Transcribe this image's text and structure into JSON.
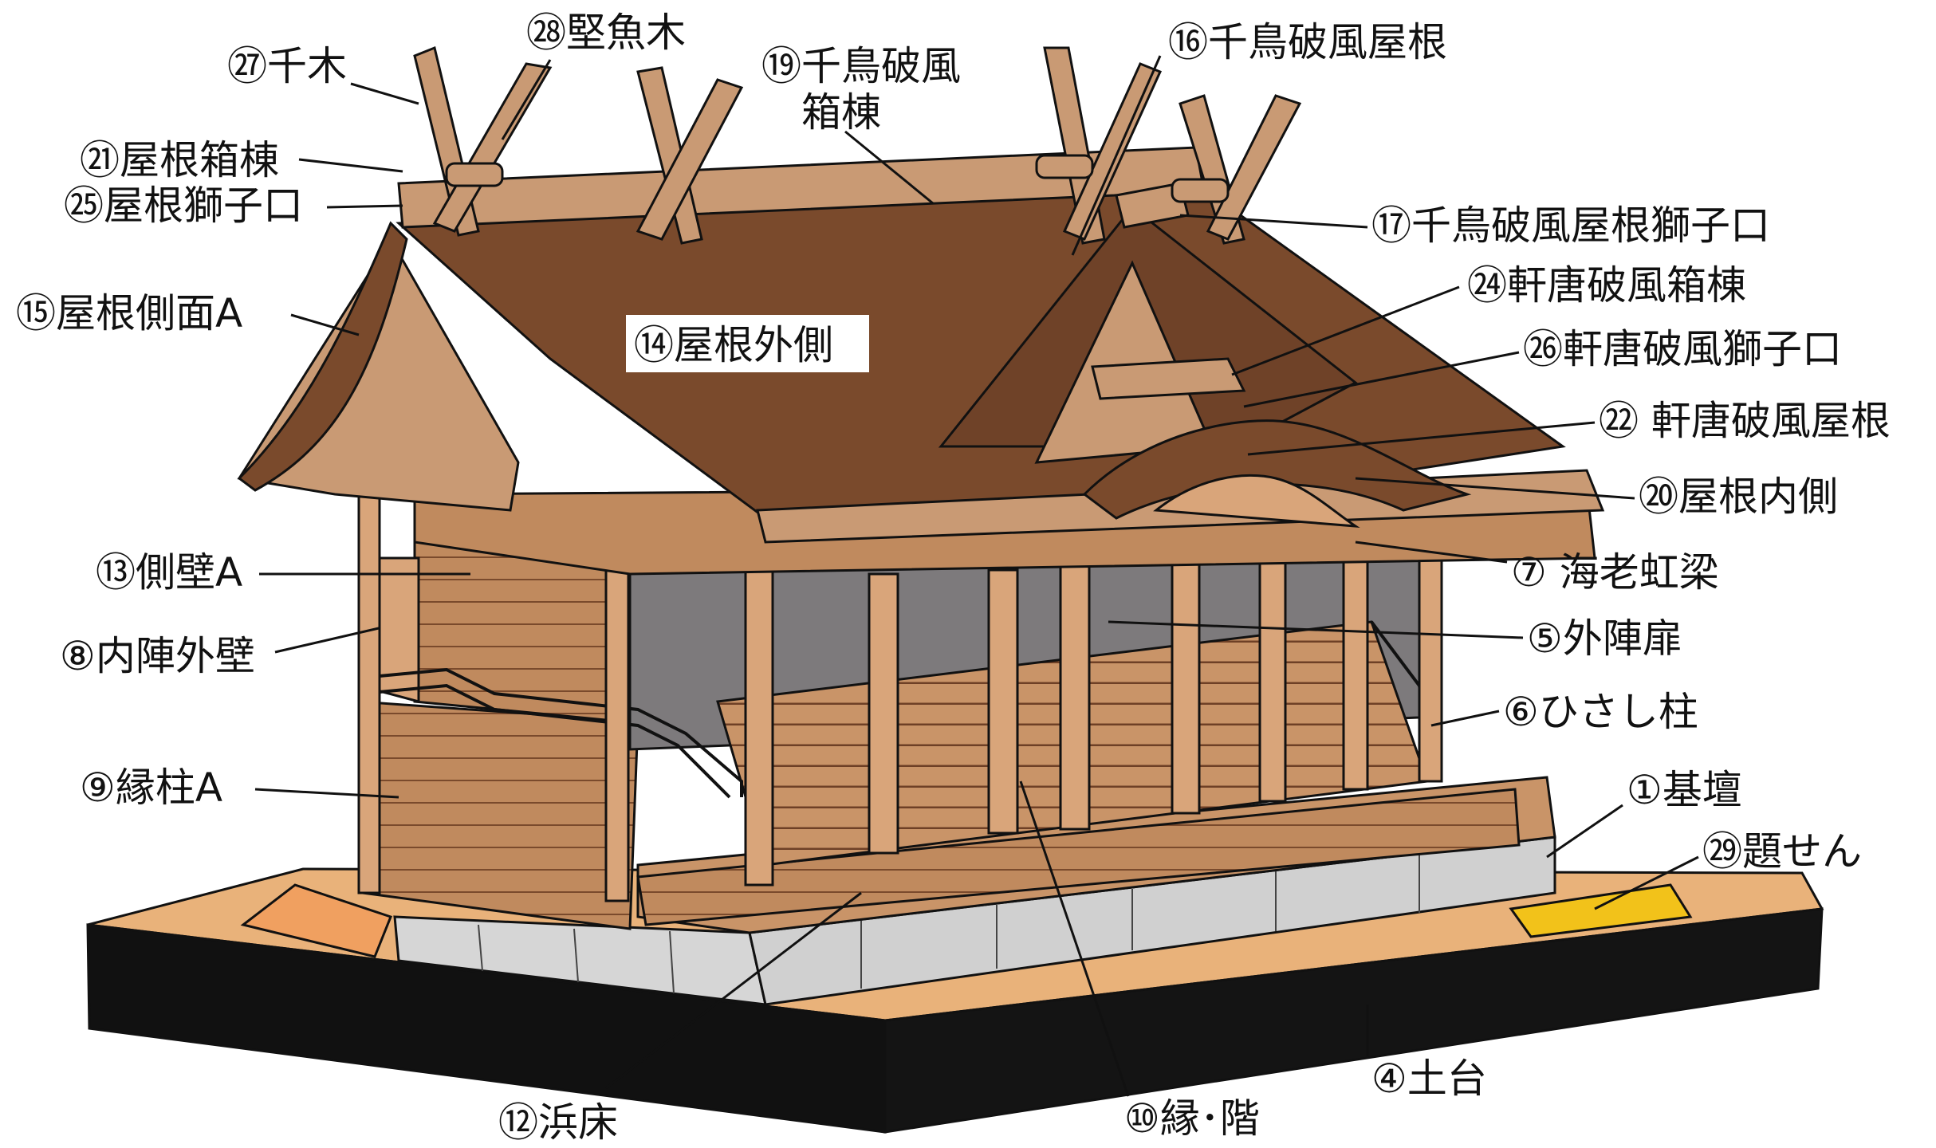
{
  "colors": {
    "roof": "#7a4a2c",
    "roof_light": "#c99a74",
    "wood": "#c08a5e",
    "wood_light": "#d9a57a",
    "wood_dark": "#8a5634",
    "interior": "#7d7a7c",
    "stone": "#d6d6d6",
    "ground": "#e9b27a",
    "base_dark": "#111111",
    "plaque": "#f2c21a",
    "step_tag": "#f0a060",
    "line": "#111111"
  },
  "labels": [
    {
      "id": "senboku",
      "text": "㉗千木"
    },
    {
      "id": "katsuogi",
      "text": "㉘堅魚木"
    },
    {
      "id": "chidori_hakomune",
      "text": "⑲千鳥破風",
      "text2": "箱棟"
    },
    {
      "id": "chidori_yane",
      "text": "⑯千鳥破風屋根"
    },
    {
      "id": "yane_hakomune",
      "text": "㉑屋根箱棟"
    },
    {
      "id": "yane_shishiguchi",
      "text": "㉕屋根獅子口"
    },
    {
      "id": "chidori_shishiguchi",
      "text": "⑰千鳥破風屋根獅子口"
    },
    {
      "id": "nokikara_hakomune",
      "text": "㉔軒唐破風箱棟"
    },
    {
      "id": "yane_sokumen",
      "text": "⑮屋根側面A"
    },
    {
      "id": "yane_sotogawa",
      "text": "⑭屋根外側"
    },
    {
      "id": "nokikara_shishiguchi",
      "text": "㉖軒唐破風獅子口"
    },
    {
      "id": "nokikara_yane",
      "text": "㉒ 軒唐破風屋根"
    },
    {
      "id": "yane_uchigawa",
      "text": "⑳屋根内側"
    },
    {
      "id": "sokuheki",
      "text": "⑬側壁A"
    },
    {
      "id": "ebikoryo",
      "text": "⑦ 海老虹梁"
    },
    {
      "id": "naijin",
      "text": "⑧内陣外壁"
    },
    {
      "id": "gejin",
      "text": "⑤外陣扉"
    },
    {
      "id": "hisashi",
      "text": "⑥ひさし柱"
    },
    {
      "id": "enbashira",
      "text": "⑨縁柱A"
    },
    {
      "id": "kidan",
      "text": "①基壇"
    },
    {
      "id": "daisen",
      "text": "㉙題せん"
    },
    {
      "id": "dodai",
      "text": "④土台"
    },
    {
      "id": "hamayuka",
      "text": "⑫浜床"
    },
    {
      "id": "en_kai",
      "text": "⑩縁･階"
    }
  ]
}
